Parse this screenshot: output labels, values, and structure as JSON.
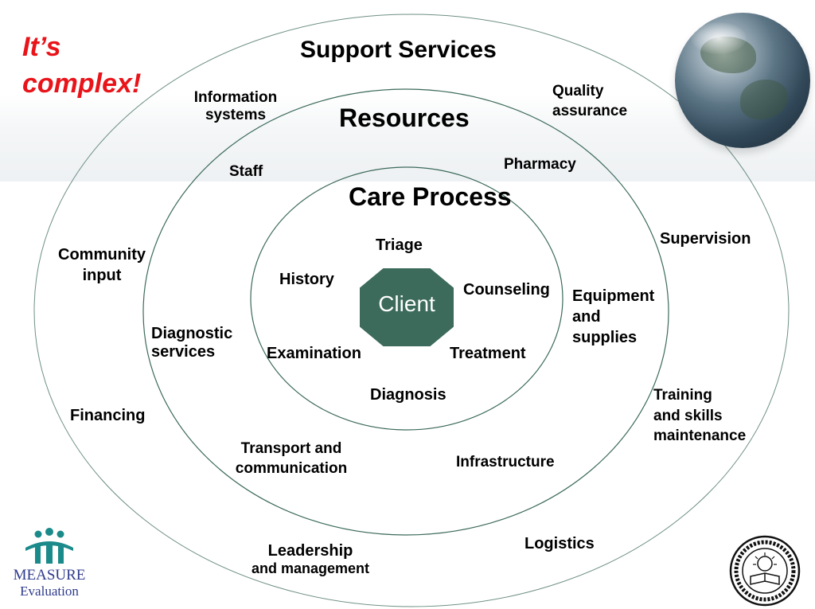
{
  "title_line_1": "It’s",
  "title_line_2": "complex!",
  "rings": {
    "support_services": "Support Services",
    "resources": "Resources",
    "care_process": "Care Process"
  },
  "center": "Client",
  "care_process_items": {
    "triage": "Triage",
    "history": "History",
    "counseling": "Counseling",
    "examination": "Examination",
    "treatment": "Treatment",
    "diagnosis": "Diagnosis"
  },
  "resources_items": {
    "information_systems": [
      "Information",
      "systems"
    ],
    "staff": "Staff",
    "pharmacy": "Pharmacy",
    "diagnostic_services": [
      "Diagnostic",
      "services"
    ],
    "equipment_and_supplies": [
      "Equipment",
      "and",
      "supplies"
    ],
    "transport_and_communication": [
      "Transport and",
      "communication"
    ],
    "infrastructure": "Infrastructure"
  },
  "support_items": {
    "quality_assurance": [
      "Quality",
      "assurance"
    ],
    "supervision": "Supervision",
    "community_input": [
      "Community",
      "input"
    ],
    "financing": "Financing",
    "training": [
      "Training",
      "and skills",
      "maintenance"
    ],
    "logistics": "Logistics",
    "leadership": [
      "Leadership",
      "and management"
    ]
  },
  "logos": {
    "measure_line_1": "MEASURE",
    "measure_line_2": "Evaluation"
  },
  "colors": {
    "title": "#e8141a",
    "client_fill": "#3c6a5b",
    "ring_stroke": "#3c6a5b",
    "logo_teal": "#1b8a8a",
    "logo_blue": "#2e3a8c"
  }
}
